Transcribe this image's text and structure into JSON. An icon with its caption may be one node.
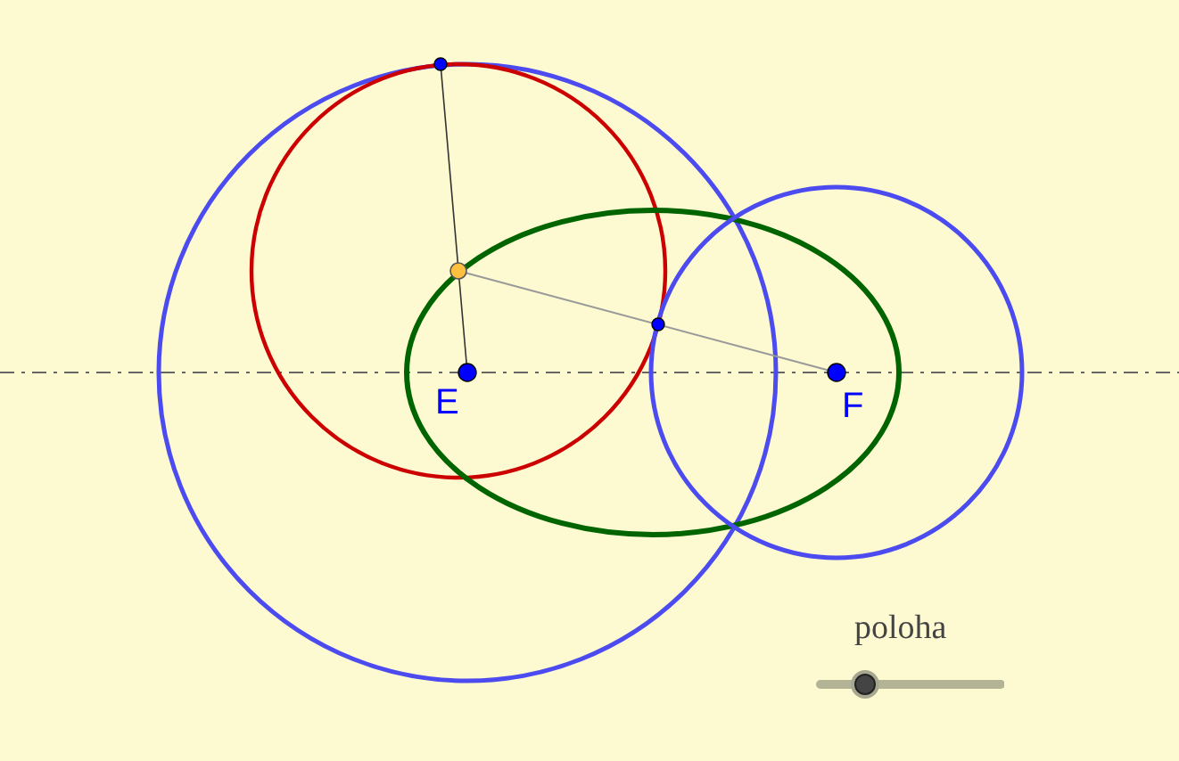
{
  "diagram": {
    "labels": [
      "E",
      "F",
      "poloha"
    ]
  }
}
